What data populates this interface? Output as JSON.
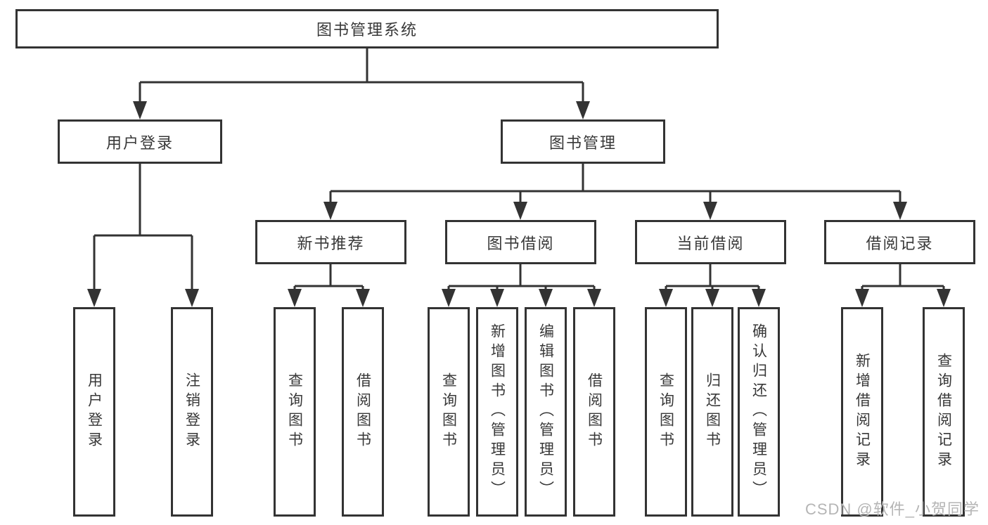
{
  "diagram": {
    "title": "图书管理系统",
    "nodes": {
      "root": "图书管理系统",
      "user_login": "用户登录",
      "book_mgmt": "图书管理",
      "new_book_rec": "新书推荐",
      "book_borrow": "图书借阅",
      "current_borrow": "当前借阅",
      "borrow_records": "借阅记录",
      "leaves": {
        "user_login_leaf": "用户登录",
        "logout_leaf": "注销登录",
        "query_book_a": "查询图书",
        "borrow_book_a": "借阅图书",
        "query_book_b": "查询图书",
        "add_book_admin": "新增图书（管理员）",
        "edit_book_admin": "编辑图书（管理员）",
        "borrow_book_b": "借阅图书",
        "query_book_c": "查询图书",
        "return_book": "归还图书",
        "confirm_return_admin": "确认归还（管理员）",
        "add_borrow_record": "新增借阅记录",
        "query_borrow_record": "查询借阅记录"
      }
    },
    "colors": {
      "line": "#333333",
      "box_border": "#333333",
      "box_fill": "#ffffff",
      "text": "#383838",
      "watermark": "#b5b5b5",
      "background": "#ffffff"
    }
  },
  "watermark": "CSDN @软件_小贺同学"
}
